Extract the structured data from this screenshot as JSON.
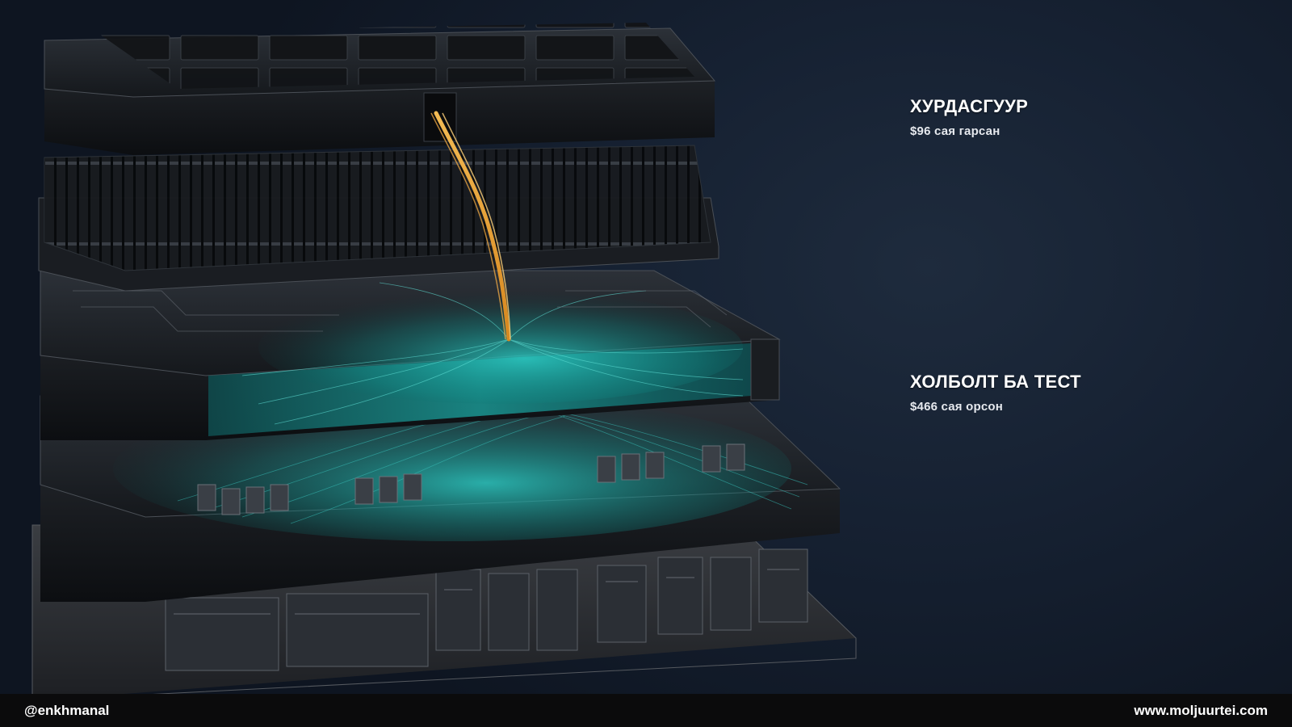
{
  "annotations": {
    "top": {
      "title": "ХУРДАСГУУР",
      "subtitle": "$96 сая гарсан"
    },
    "middle": {
      "title": "ХОЛБОЛТ БА ТЕСТ",
      "subtitle": "$466 сая орсон"
    }
  },
  "footer": {
    "handle": "@enkhmanal",
    "website": "www.moljuurtei.com"
  },
  "colors": {
    "background": "#162132",
    "footer": "#0b0b0c",
    "glow_teal": "#1fb5b0",
    "glow_orange": "#f0a030",
    "text": "#ffffff"
  },
  "illustration": {
    "subject": "exploded-chip-stack-icon",
    "layers": [
      "accelerator-layer",
      "memory-layer",
      "interconnect-layer",
      "component-layer",
      "base-layer"
    ]
  }
}
